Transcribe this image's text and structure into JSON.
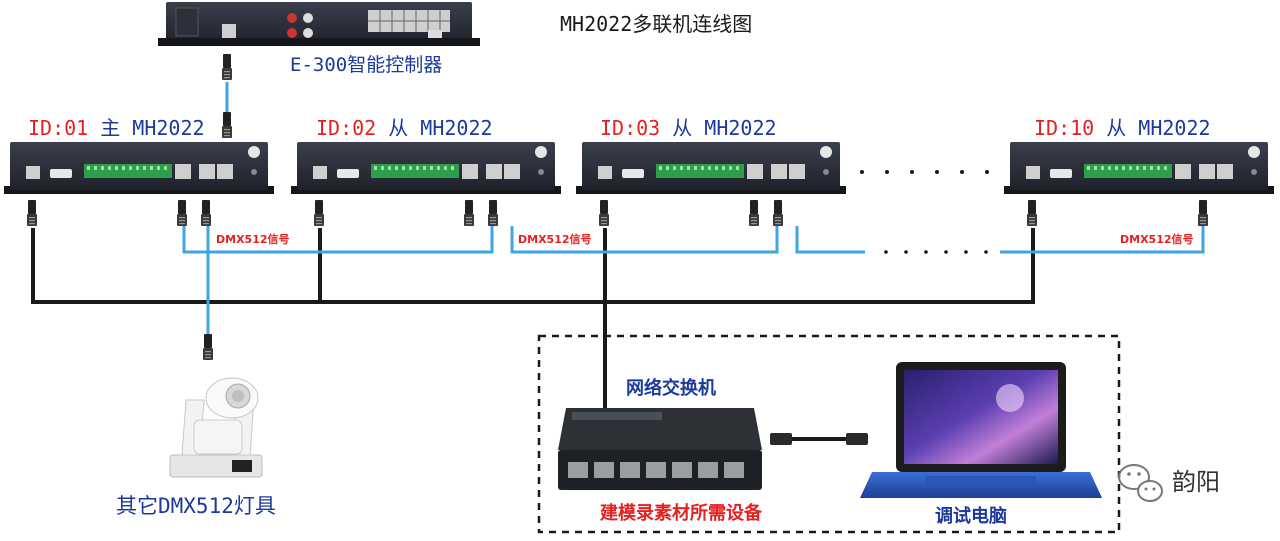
{
  "diagram": {
    "title": "MH2022多联机连线图",
    "controller_label": "E-300智能控制器",
    "units": [
      {
        "id_prefix": "ID:01",
        "name": "主 MH2022"
      },
      {
        "id_prefix": "ID:02",
        "name": "从 MH2022"
      },
      {
        "id_prefix": "ID:03",
        "name": "从 MH2022"
      },
      {
        "id_prefix": "ID:10",
        "name": "从 MH2022"
      }
    ],
    "dmx_labels": [
      "DMX512信号",
      "DMX512信号",
      "DMX512信号"
    ],
    "switch_label": "网络交换机",
    "modeling_label": "建模录素材所需设备",
    "laptop_label": "调试电脑",
    "fixture_label": "其它DMX512灯具",
    "brand": "韵阳",
    "colors": {
      "cable_black": "#1a1a1a",
      "cable_blue": "#3fa6e0",
      "label_red": "#e52222",
      "label_navy": "#1b3a9c"
    },
    "icons": [
      "rj45-plug-icon",
      "moving-head-light-icon",
      "wechat-icon"
    ]
  }
}
